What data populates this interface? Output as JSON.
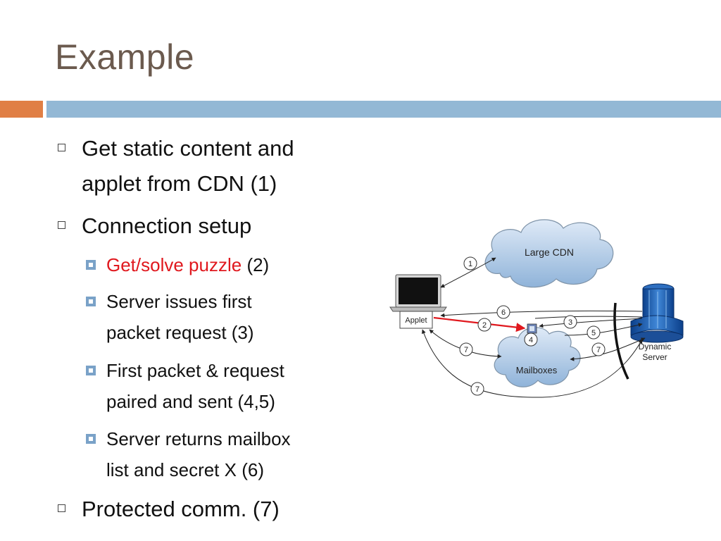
{
  "slide": {
    "title": "Example"
  },
  "bullets": {
    "b1_line1": "Get static content and",
    "b1_line2": "applet from CDN (1)",
    "b2": "Connection setup",
    "sub1_red": "Get/solve puzzle",
    "sub1_rest": " (2)",
    "sub2_line1": "Server issues first",
    "sub2_line2": "packet request (3)",
    "sub3_line1": "First packet & request",
    "sub3_line2": "paired and sent (4,5)",
    "sub4_line1": "Server returns mailbox",
    "sub4_line2": "list and secret X (6)",
    "b3": "Protected comm. (7)"
  },
  "diagram": {
    "cdn_label": "Large CDN",
    "applet_label": "Applet",
    "mailboxes_label": "Mailboxes",
    "server_label_1": "Dynamic",
    "server_label_2": "Server",
    "step_1": "1",
    "step_2": "2",
    "step_3": "3",
    "step_4": "4",
    "step_5": "5",
    "step_6": "6",
    "step_7a": "7",
    "step_7b": "7",
    "step_7c": "7"
  },
  "colors": {
    "title": "#6b5a4e",
    "accent_orange": "#e07f45",
    "accent_blue": "#93b8d5",
    "highlight_red": "#e0181e"
  }
}
